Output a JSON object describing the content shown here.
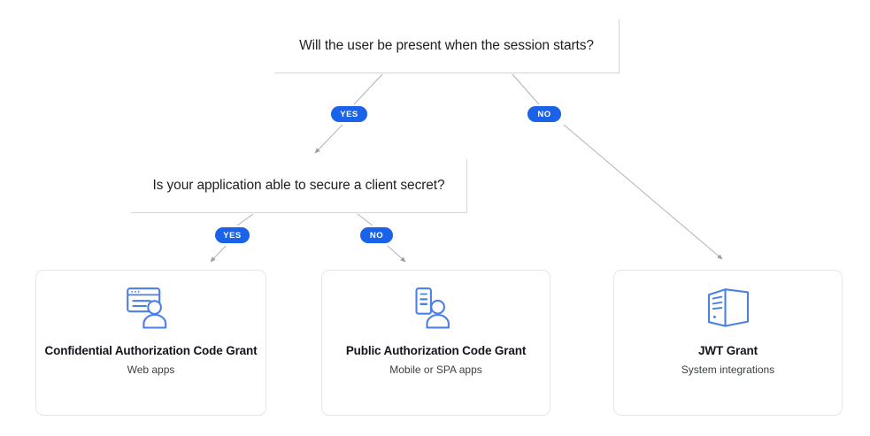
{
  "diagram": {
    "title_colors": {
      "badge_blue": "#1a62e8",
      "icon_blue": "#4d80e4",
      "line_gray": "#b0b2b5",
      "card_border": "#e5e6e8",
      "box_border": "#d4d6d9"
    },
    "questions": [
      {
        "id": "q1",
        "text": "Will the user be present when the session starts?"
      },
      {
        "id": "q2",
        "text": "Is your application able to secure a client secret?"
      }
    ],
    "edge_labels": {
      "q1_yes": "YES",
      "q1_no": "NO",
      "q2_yes": "YES",
      "q2_no": "NO"
    },
    "outcomes": [
      {
        "id": "confidential",
        "title": "Confidential Authorization Code Grant",
        "subtitle": "Web apps",
        "icon": "browser-window-user-icon"
      },
      {
        "id": "public",
        "title": "Public Authorization Code Grant",
        "subtitle": "Mobile or SPA apps",
        "icon": "mobile-phone-user-icon"
      },
      {
        "id": "jwt",
        "title": "JWT Grant",
        "subtitle": "System integrations",
        "icon": "server-box-icon"
      }
    ]
  }
}
